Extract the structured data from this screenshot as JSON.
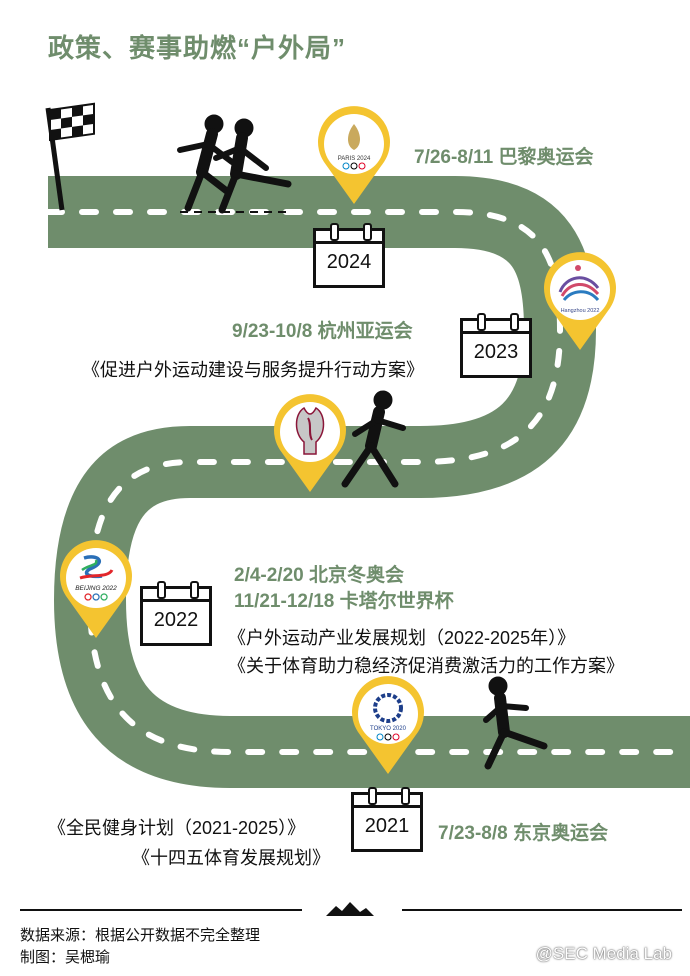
{
  "title": "政策、赛事助燃“户外局”",
  "colors": {
    "road": "#6f8d6c",
    "pin": "#f4c430",
    "title": "#6f8d6c",
    "dash": "#ffffff"
  },
  "events": [
    {
      "date_label": "7/26-8/11 巴黎奥运会"
    },
    {
      "date_label": "9/23-10/8 杭州亚运会"
    },
    {
      "date_label": "2/4-2/20 北京冬奥会"
    },
    {
      "date_label": "11/21-12/18 卡塔尔世界杯"
    },
    {
      "date_label": "7/23-8/8 东京奥运会"
    }
  ],
  "calendars": [
    "2024",
    "2023",
    "2022",
    "2021"
  ],
  "policies": [
    "《促进户外运动建设与服务提升行动方案》",
    "《户外运动产业发展规划（2022-2025年）》",
    "《关于体育助力稳经济促消费激活力的工作方案》",
    "《全民健身计划（2021-2025）》",
    "《十四五体育发展规划》"
  ],
  "pin_logos": [
    {
      "icon": "paris-2024-logo",
      "caption": "PARIS 2024"
    },
    {
      "icon": "hangzhou-2022-logo",
      "caption": "Hangzhou 2022"
    },
    {
      "icon": "qatar-world-cup-logo"
    },
    {
      "icon": "beijing-2022-logo",
      "caption": "BEIJING 2022"
    },
    {
      "icon": "tokyo-2020-logo",
      "caption": "TOKYO 2020"
    }
  ],
  "footer": {
    "source": "数据来源：根据公开数据不完全整理",
    "author": "制图：吴楒瑜",
    "watermark": "@SEC Media Lab"
  }
}
